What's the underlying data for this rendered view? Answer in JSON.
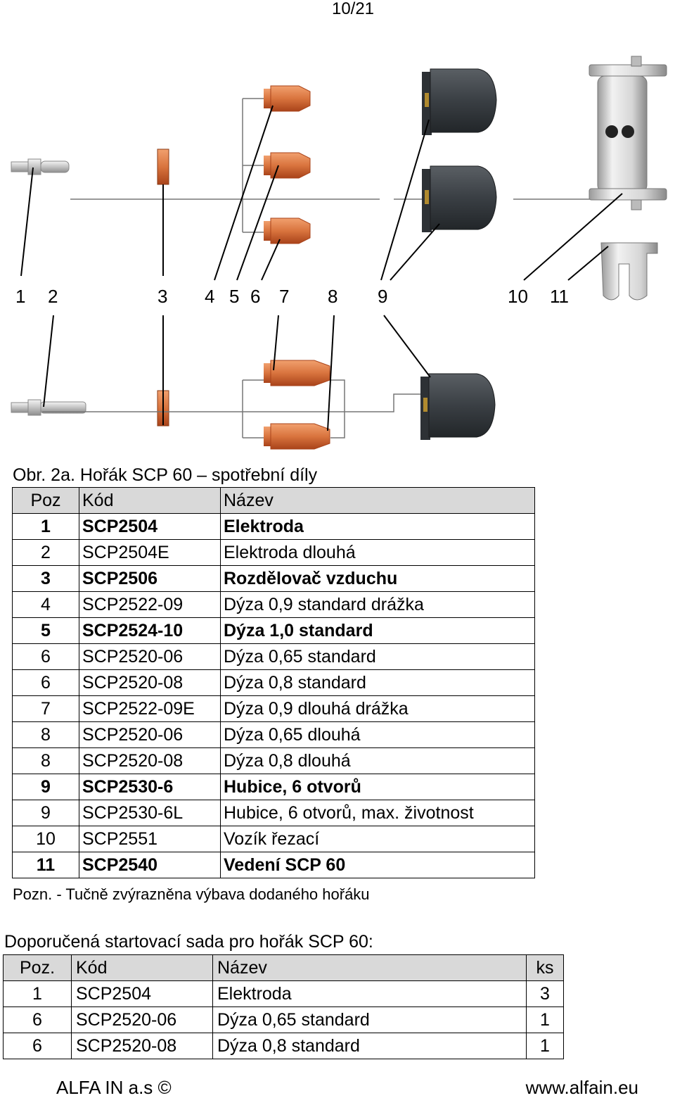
{
  "page": {
    "number": "10/21"
  },
  "figure": {
    "callouts": [
      "1",
      "2",
      "3",
      "4",
      "5",
      "6",
      "7",
      "8",
      "9",
      "10",
      "11"
    ],
    "colors": {
      "copper": "#d9743e",
      "copper_dark": "#a9431a",
      "cap": "#3a3f44",
      "steel": "#c8c8c8"
    }
  },
  "caption": "Obr. 2a. Hořák SCP 60 – spotřební díly",
  "parts_table": {
    "headers": {
      "pos": "Poz",
      "code": "Kód",
      "name": "Název"
    },
    "rows": [
      {
        "pos": "1",
        "code": "SCP2504",
        "name": "Elektroda",
        "bold": true
      },
      {
        "pos": "2",
        "code": "SCP2504E",
        "name": "Elektroda dlouhá",
        "bold": false
      },
      {
        "pos": "3",
        "code": "SCP2506",
        "name": "Rozdělovač vzduchu",
        "bold": true
      },
      {
        "pos": "4",
        "code": "SCP2522-09",
        "name": "Dýza 0,9 standard drážka",
        "bold": false
      },
      {
        "pos": "5",
        "code": "SCP2524-10",
        "name": "Dýza 1,0 standard",
        "bold": true
      },
      {
        "pos": "6",
        "code": "SCP2520-06",
        "name": "Dýza 0,65 standard",
        "bold": false
      },
      {
        "pos": "6",
        "code": "SCP2520-08",
        "name": "Dýza 0,8 standard",
        "bold": false
      },
      {
        "pos": "7",
        "code": "SCP2522-09E",
        "name": "Dýza 0,9 dlouhá drážka",
        "bold": false
      },
      {
        "pos": "8",
        "code": "SCP2520-06",
        "name": "Dýza 0,65 dlouhá",
        "bold": false
      },
      {
        "pos": "8",
        "code": "SCP2520-08",
        "name": "Dýza 0,8 dlouhá",
        "bold": false
      },
      {
        "pos": "9",
        "code": "SCP2530-6",
        "name": "Hubice, 6 otvorů",
        "bold": true
      },
      {
        "pos": "9",
        "code": "SCP2530-6L",
        "name": "Hubice, 6 otvorů, max. životnost",
        "bold": false
      },
      {
        "pos": "10",
        "code": "SCP2551",
        "name": "Vozík řezací",
        "bold": false
      },
      {
        "pos": "11",
        "code": "SCP2540",
        "name": "Vedení SCP 60",
        "bold": true
      }
    ]
  },
  "note": "Pozn. - Tučně zvýrazněna výbava dodaného hořáku",
  "kit": {
    "title": "Doporučená startovací sada pro hořák SCP 60:",
    "headers": {
      "pos": "Poz.",
      "code": "Kód",
      "name": "Název",
      "qty": "ks"
    },
    "rows": [
      {
        "pos": "1",
        "code": "SCP2504",
        "name": "Elektroda",
        "qty": "3"
      },
      {
        "pos": "6",
        "code": "SCP2520-06",
        "name": "Dýza 0,65 standard",
        "qty": "1"
      },
      {
        "pos": "6",
        "code": "SCP2520-08",
        "name": "Dýza 0,8 standard",
        "qty": "1"
      }
    ]
  },
  "footer": {
    "left": "ALFA IN a.s ©",
    "right": "www.alfain.eu"
  }
}
